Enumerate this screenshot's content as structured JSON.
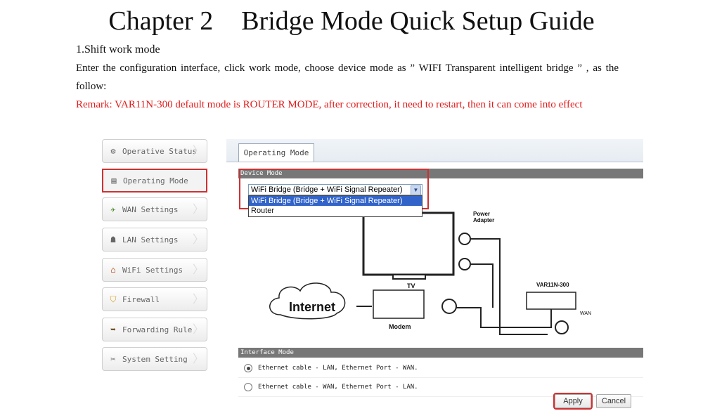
{
  "doc": {
    "title_left": "Chapter 2",
    "title_right": "Bridge Mode Quick Setup Guide",
    "section": "1.Shift work mode",
    "paragraph": "Enter the configuration interface, click work mode, choose device mode as  ” WIFI Transparent intelligent bridge  ” , as the follow:",
    "remark": "Remark: VAR11N-300 default mode is ROUTER MODE, after correction, it need to restart, then it can come into effect"
  },
  "sidebar": {
    "items": [
      {
        "label": "Operative Status",
        "icon": "gear-icon"
      },
      {
        "label": "Operating Mode",
        "icon": "window-icon",
        "selected": true
      },
      {
        "label": "WAN Settings",
        "icon": "satellite-icon"
      },
      {
        "label": "LAN Settings",
        "icon": "network-icon"
      },
      {
        "label": "WiFi Settings",
        "icon": "wifi-house-icon"
      },
      {
        "label": "Firewall",
        "icon": "shield-icon"
      },
      {
        "label": "Forwarding Rule",
        "icon": "forward-icon"
      },
      {
        "label": "System Setting",
        "icon": "tools-icon"
      }
    ]
  },
  "main": {
    "tab": "Operating Mode",
    "device_mode_header": "Device Mode",
    "select_value": "WiFi Bridge (Bridge + WiFi Signal Repeater)",
    "options": [
      "WiFi Bridge (Bridge + WiFi Signal Repeater)",
      "Router"
    ],
    "interface_mode_header": "Interface Mode",
    "radios": [
      {
        "label": "Ethernet cable - LAN, Ethernet Port - WAN.",
        "checked": true
      },
      {
        "label": "Ethernet cable - WAN, Ethernet Port - LAN.",
        "checked": false
      }
    ],
    "apply": "Apply",
    "cancel": "Cancel"
  },
  "diagram": {
    "power_adapter": "Power Adapter",
    "power_line1": "Power",
    "power_line2": "Adapter",
    "tv": "TV",
    "internet": "Internet",
    "modem": "Modem",
    "device": "VAR11N-300",
    "wan": "WAN"
  },
  "colors": {
    "remark": "#e21b1b",
    "highlight_box": "#d03030",
    "header_bar": "#777777",
    "selected_option": "#3163c9"
  }
}
